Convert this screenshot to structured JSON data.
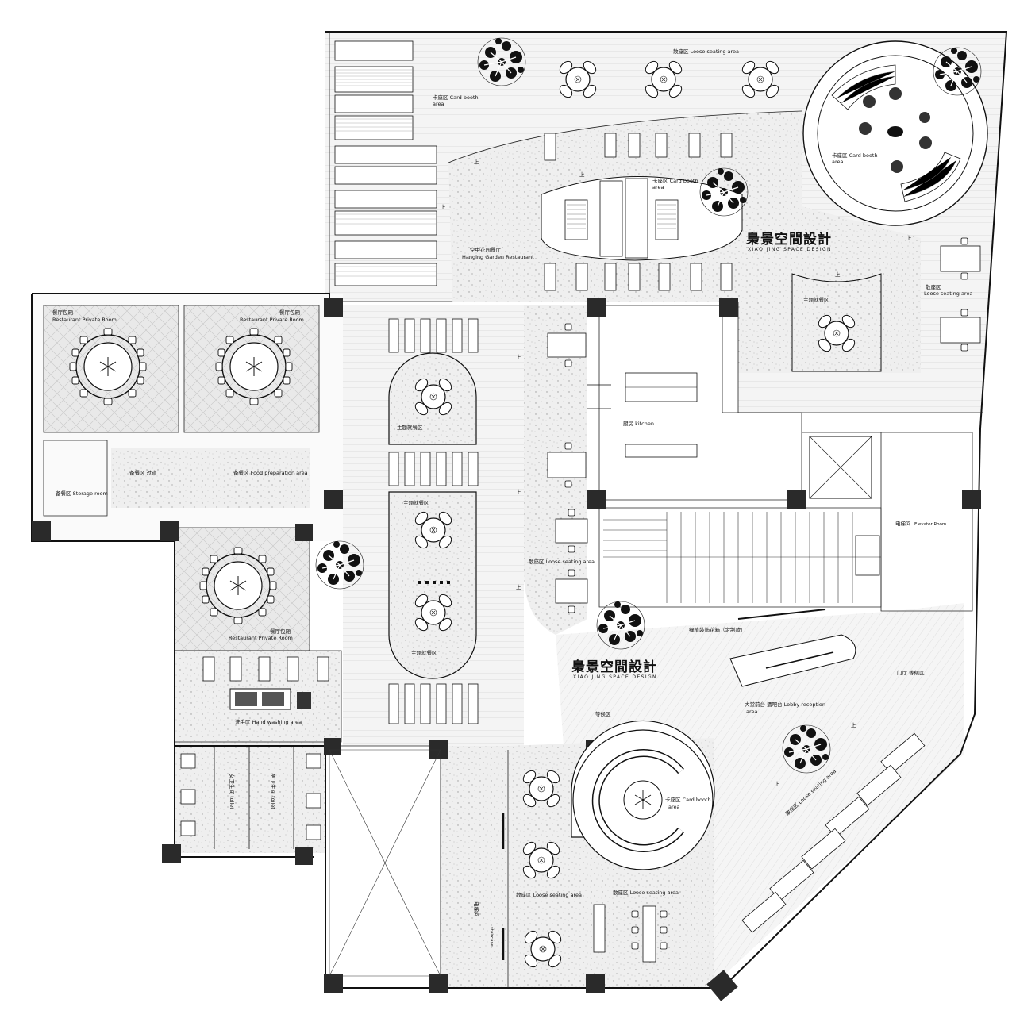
{
  "brand": {
    "name_cn": "梟景空間設計",
    "name_en": "XIAO JING SPACE DESIGN"
  },
  "rooms": {
    "loose_top": "散座区 Loose seating area",
    "card_booth_top_left_cn": "卡座区 Card booth",
    "card_booth_top_left_en": "area",
    "card_booth_center": "卡座区 Card booth",
    "card_booth_center_en": "area",
    "card_booth_round": "卡座区 Card booth",
    "card_booth_round_en": "area",
    "hanging_garden_cn": "空中花园餐厅",
    "hanging_garden_en": "Hanging Garden Restaurant",
    "themed_top_right": "主题就餐区",
    "loose_right_cn": "散座区",
    "loose_right_en": "Loose seating area",
    "private_room_1_cn": "餐厅包厢",
    "private_room_1_en": "Restaurant Private Room",
    "private_room_2_cn": "餐厅包厢",
    "private_room_2_en": "Restaurant Private Room",
    "private_room_3_cn": "餐厅包厢",
    "private_room_3_en": "Restaurant Private Room",
    "themed_1": "主题就餐区",
    "themed_2": "主题就餐区",
    "themed_3": "主题就餐区",
    "kitchen": "厨房  kitchen",
    "storage": "备餐区 Storage room",
    "corridor": "备餐区 过道",
    "food_prep": "备餐区 Food preparation area",
    "loose_mid": "散座区 Loose seating area",
    "elevator_room_cn": "电梯间",
    "elevator_room_en": "Elevator Room",
    "hand_wash": "洗手区 Hand washing area",
    "toilet_f": "女卫生间 toilet",
    "toilet_m": "男卫生间 toilet",
    "lobby_cn": "大堂前台 酒吧台 Lobby reception",
    "lobby_en": "area",
    "foyer": "门厅  等候区",
    "waiting": "等候区",
    "stairs_cn": "电梯间",
    "stairs_en": "staircase",
    "loose_bottom_1": "散座区 Loose seating area",
    "loose_bottom_2": "散座区 Loose seating area",
    "loose_diag": "散座区 Loose seating area",
    "plant_note": "绿植装饰花箱（定制款）"
  },
  "marks": {
    "up": "上"
  },
  "colors": {
    "wall": "#111111",
    "floor_terrazzo": "#ececec",
    "column": "#2a2a2a",
    "background": "#ffffff"
  }
}
